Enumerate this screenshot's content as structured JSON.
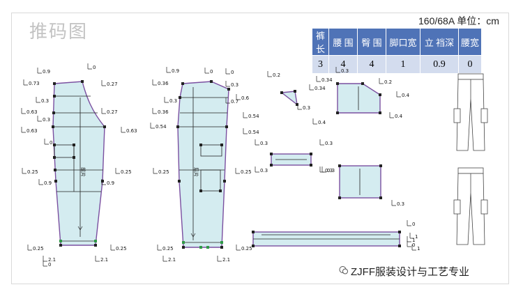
{
  "title": "推码图",
  "size_label": "160/68A 单位：cm",
  "grade_table": {
    "headers": [
      "裤 长",
      "腰 围",
      "臀 围",
      "脚口宽",
      "立 裆深",
      "腰宽"
    ],
    "values": [
      "3",
      "4",
      "4",
      "1",
      "0.9",
      "0"
    ]
  },
  "grade_labels": {
    "front": [
      "0.9",
      "0.73",
      "0.3",
      "0.63",
      "0.3",
      "0.63",
      "0.27",
      "0.27",
      "0.63",
      "0",
      "0",
      "0.25",
      "0.9",
      "0.25",
      "0.9",
      "0.25",
      "0.25",
      "2.1",
      "2.1",
      "0"
    ],
    "back": [
      "0.9",
      "0.36",
      "0.3",
      "0.36",
      "0.54",
      "0.3",
      "0.7",
      "0.6",
      "0.54",
      "0.54",
      "0",
      "0",
      "0.25",
      "0.25",
      "0.25",
      "0.25",
      "2.1",
      "2.1"
    ],
    "pocket": [
      "0.2",
      "0.34",
      "0.3",
      "0.34",
      "0.2",
      "0.4",
      "0.3",
      "0.4",
      "0.4"
    ],
    "flap": [
      "0.3",
      "0.3",
      "0.3",
      "0.3"
    ],
    "patch": [
      "0.3",
      "0.3"
    ],
    "waistband": [
      "0",
      "1",
      "0",
      "1",
      "1"
    ]
  },
  "watermark": "ZJFF服装设计与工艺专业",
  "icons": [
    "wechat-icon"
  ]
}
